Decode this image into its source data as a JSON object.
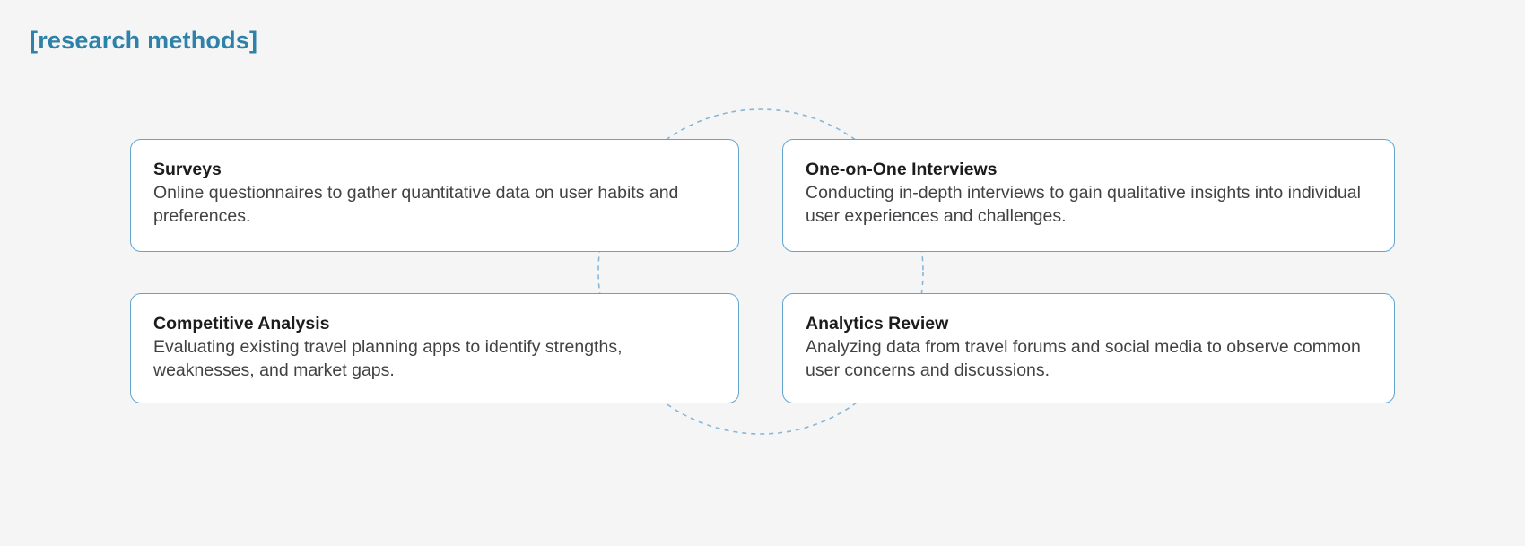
{
  "page": {
    "title": "[research methods]"
  },
  "theme": {
    "background": "#f5f5f6",
    "title_color": "#2e81a8",
    "card_border": "#63a4cd",
    "card_bg": "#ffffff",
    "circle_stroke": "#85b7d9",
    "card_title_color": "#1c1c1e",
    "card_text_color": "#424245"
  },
  "diagram": {
    "decoration": "dashed-circle-connector",
    "cards": [
      {
        "title": "Surveys",
        "description": "Online questionnaires to gather quantitative data on user habits and preferences."
      },
      {
        "title": "One-on-One Interviews",
        "description": "Conducting in-depth interviews to gain qualitative insights into individual user experiences and challenges."
      },
      {
        "title": "Competitive Analysis",
        "description": "Evaluating existing travel planning apps to identify strengths, weaknesses, and market gaps."
      },
      {
        "title": "Analytics Review",
        "description": "Analyzing data from travel forums and social media to observe common user concerns and discussions."
      }
    ]
  }
}
